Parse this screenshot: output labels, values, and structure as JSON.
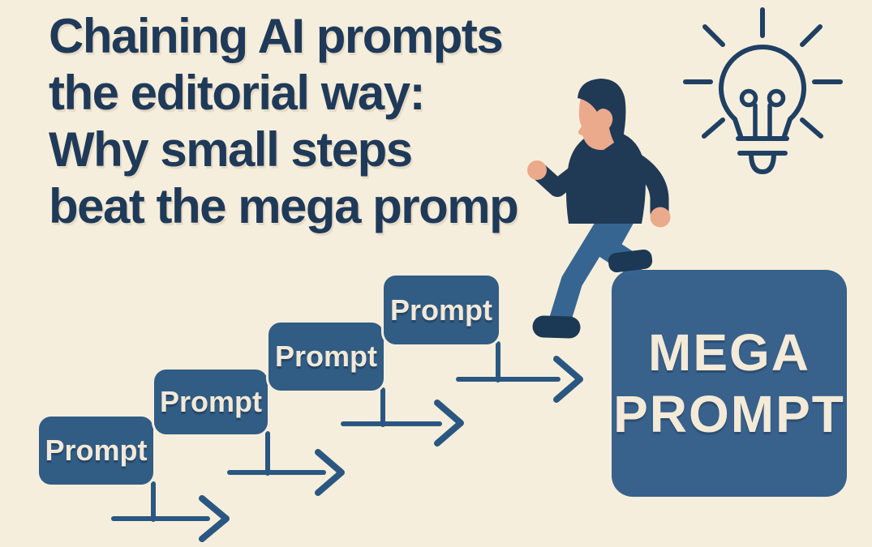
{
  "background_color": "#f6eedc",
  "title": {
    "color": "#1f3a59",
    "lines": [
      "Chaining AI prompts",
      "the editorial way:",
      "Why small steps",
      "beat the mega promp"
    ]
  },
  "lightbulb_icon": {
    "name": "lightbulb-icon",
    "stroke_color": "#1f4063"
  },
  "steps": {
    "box_color": "#315c84",
    "label_color": "#f2e9d8",
    "line_color": "#2a5781",
    "arrow_icon": "arrow-right-icon",
    "boxes": [
      {
        "label": "Prompt"
      },
      {
        "label": "Prompt"
      },
      {
        "label": "Prompt"
      },
      {
        "label": "Prompt"
      }
    ]
  },
  "mega_box": {
    "color": "#38618b",
    "text_color": "#f4ead8",
    "lines": [
      "MEGA",
      "PROMPT"
    ]
  },
  "person": {
    "skin_color": "#eaaa8b",
    "shirt_color": "#203955",
    "pants_color": "#366592",
    "shoe_color": "#1b3854",
    "hair_color": "#203955"
  }
}
